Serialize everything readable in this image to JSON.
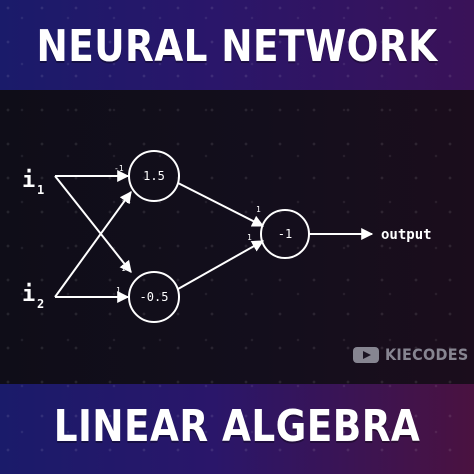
{
  "title_top": "NEURAL NETWORK",
  "title_bottom": "LINEAR ALGEBRA",
  "diagram": {
    "inputs": [
      {
        "main": "i",
        "sub": "1"
      },
      {
        "main": "i",
        "sub": "2"
      }
    ],
    "hidden": [
      {
        "label": "1.5"
      },
      {
        "label": "-0.5"
      }
    ],
    "output_node": {
      "label": "-1"
    },
    "output_label": "output",
    "weights": {
      "i1_h1": "-1",
      "i2_h1": "-1",
      "i1_h2": "1",
      "i2_h2": "1",
      "h1_out": "1",
      "h2_out": "1"
    }
  },
  "brand": {
    "icon": "play-icon",
    "name": "KIECODES"
  },
  "colors": {
    "accent_blue": "#1a1b6a",
    "accent_purple": "#3a1258",
    "line": "#ffffff"
  }
}
